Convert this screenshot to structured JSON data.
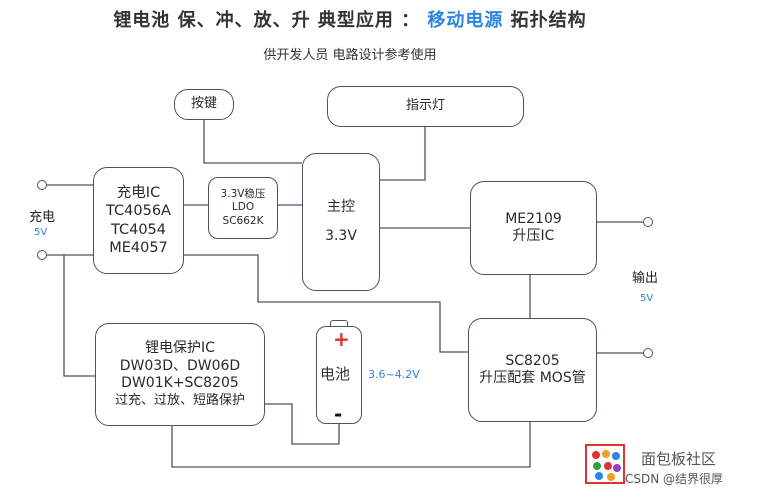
{
  "title": {
    "prefix": "锂电池 保、冲、放、升 典型应用 ： ",
    "accent": "移动电源",
    "suffix": " 拓扑结构"
  },
  "subtitle": "供开发人员 电路设计参考使用",
  "boxes": {
    "button": "按键",
    "indicator": "指示灯",
    "charger": [
      "充电IC",
      "TC4056A",
      "TC4054",
      "ME4057"
    ],
    "ldo": [
      "3.3V稳压",
      "LDO",
      "SC662K"
    ],
    "mcu": [
      "主控",
      "3.3V"
    ],
    "boost": [
      "ME2109",
      "升压IC"
    ],
    "protect": [
      "锂电保护IC",
      "DW03D、DW06D",
      "DW01K+SC8205",
      "过充、过放、短路保护"
    ],
    "mos": [
      "SC8205",
      "升压配套 MOS管"
    ]
  },
  "battery": {
    "label": "电池",
    "plus": "+",
    "minus": "-",
    "voltage": "3.6~4.2V",
    "plus_color": "#e03030"
  },
  "input": {
    "label": "充电",
    "voltage": "5V"
  },
  "output": {
    "label": "输出",
    "voltage": "5V"
  },
  "watermark": {
    "line1": "面包板社区",
    "line2": "CSDN @结界很厚"
  },
  "colors": {
    "accent": "#2a86e0",
    "wire": "#4b5363"
  }
}
